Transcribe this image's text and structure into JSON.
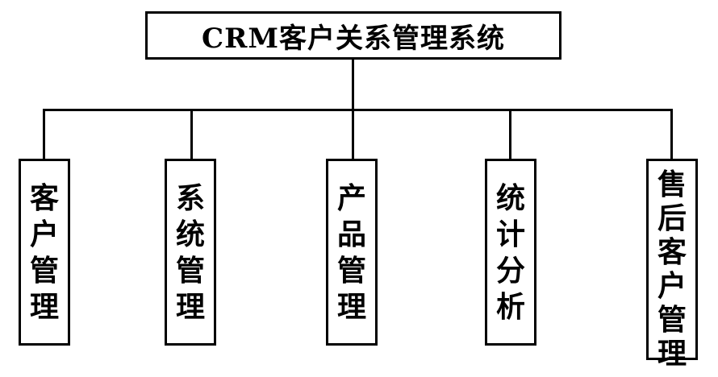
{
  "root": {
    "title": "CRM客户关系管理系统"
  },
  "modules": [
    {
      "label": "客户管理"
    },
    {
      "label": "系统管理"
    },
    {
      "label": "产品管理"
    },
    {
      "label": "统计分析"
    },
    {
      "label": "售后客户管理"
    }
  ]
}
